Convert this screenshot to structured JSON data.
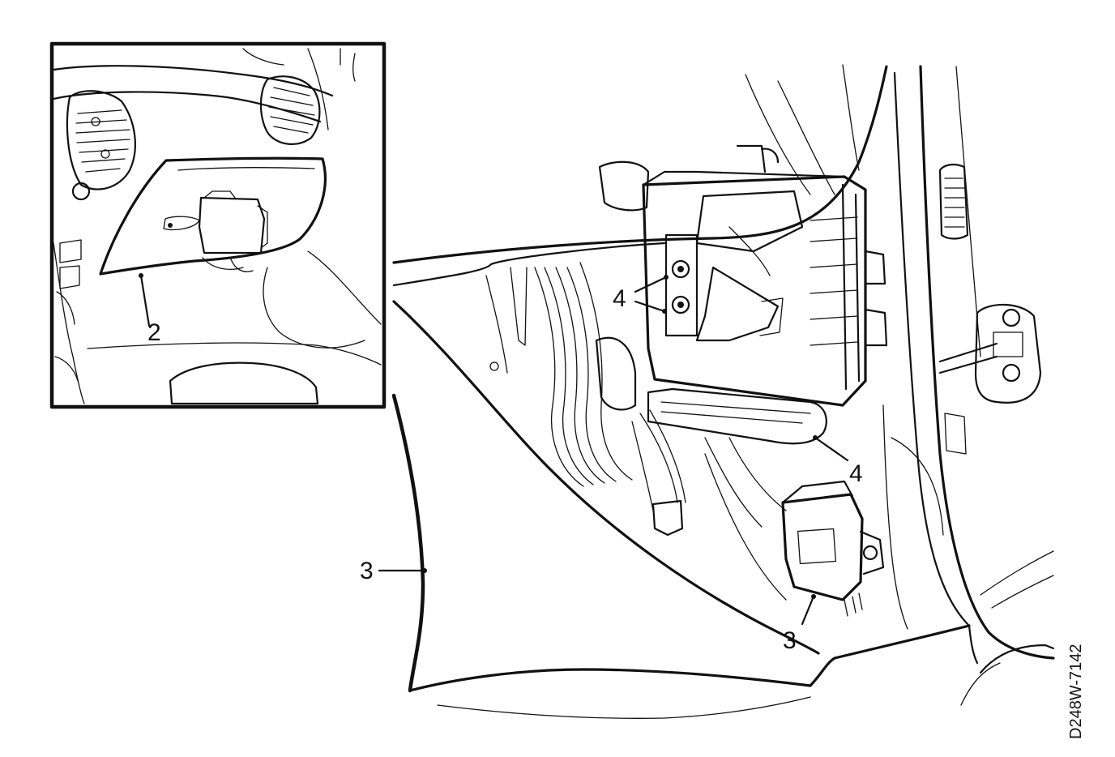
{
  "figure": {
    "drawing_code": "D248W-7142"
  },
  "callouts": {
    "inset_label": "2",
    "upper_label": "4",
    "lower_label": "4",
    "left_label": "3",
    "bottom_label": "3"
  }
}
